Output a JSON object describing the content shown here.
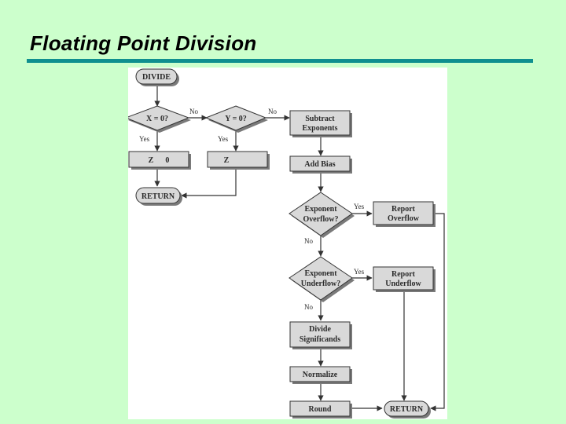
{
  "slide": {
    "title": "Floating Point Division"
  },
  "flowchart": {
    "nodes": {
      "divide": "DIVIDE",
      "x_zero": "X = 0?",
      "y_zero": "Y = 0?",
      "subtract_exponents": [
        "Subtract",
        "Exponents"
      ],
      "z_zero": "Z      0",
      "z_inf": "Z",
      "return_left": "RETURN",
      "add_bias": "Add Bias",
      "exp_overflow": [
        "Exponent",
        "Overflow?"
      ],
      "report_overflow": [
        "Report",
        "Overflow"
      ],
      "exp_underflow": [
        "Exponent",
        "Underflow?"
      ],
      "report_underflow": [
        "Report",
        "Underflow"
      ],
      "divide_significands": [
        "Divide",
        "Significands"
      ],
      "normalize": "Normalize",
      "round": "Round",
      "return_right": "RETURN"
    },
    "edge_labels": {
      "x_no": "No",
      "y_no": "No",
      "x_yes": "Yes",
      "y_yes": "Yes",
      "overflow_yes": "Yes",
      "overflow_no": "No",
      "underflow_yes": "Yes",
      "underflow_no": "No"
    },
    "colors": {
      "node_fill": "#d9d9d9",
      "node_shadow": "#7a7a7a",
      "stroke": "#333333",
      "title_rule": "#0f8f8f",
      "background": "#ccffcc"
    }
  }
}
